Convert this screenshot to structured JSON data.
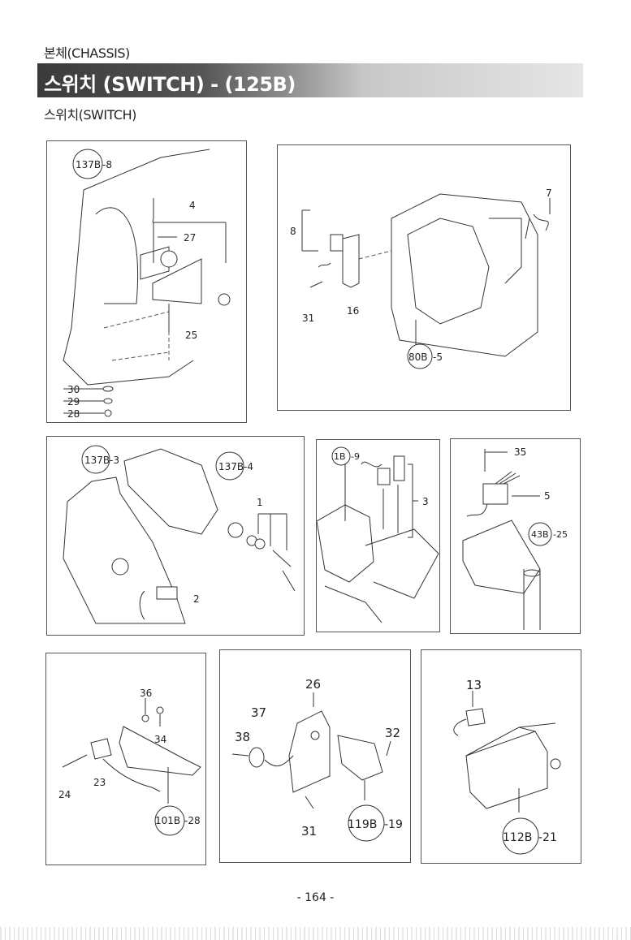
{
  "header": {
    "breadcrumb": "본체(CHASSIS)",
    "title": "스위치 (SWITCH) - (125B)",
    "subtitle": "스위치(SWITCH)"
  },
  "panels": {
    "p1": {
      "ref_code": "137B",
      "ref_suffix": "-8",
      "labels": [
        "4",
        "27",
        "25",
        "30",
        "29",
        "28"
      ]
    },
    "p2": {
      "ref_code": "80B",
      "ref_suffix": "-5",
      "labels": [
        "7",
        "8",
        "16",
        "31"
      ]
    },
    "p3": {
      "ref_code_a": "137B",
      "ref_suffix_a": "-3",
      "ref_code_b": "137B",
      "ref_suffix_b": "-4",
      "labels": [
        "1",
        "2"
      ]
    },
    "p4": {
      "ref_code": "1B",
      "ref_suffix": "-9",
      "labels": [
        "3"
      ]
    },
    "p5": {
      "ref_code": "43B",
      "ref_suffix": "-25",
      "labels": [
        "35",
        "5"
      ]
    },
    "p6": {
      "ref_code": "101B",
      "ref_suffix": "-28",
      "labels": [
        "36",
        "34",
        "24",
        "23"
      ]
    },
    "p7": {
      "ref_code": "119B",
      "ref_suffix": "-19",
      "labels": [
        "26",
        "37",
        "38",
        "32",
        "31"
      ]
    },
    "p8": {
      "ref_code": "112B",
      "ref_suffix": "-21",
      "labels": [
        "13"
      ]
    }
  },
  "footer": {
    "page_number": "- 164 -"
  }
}
